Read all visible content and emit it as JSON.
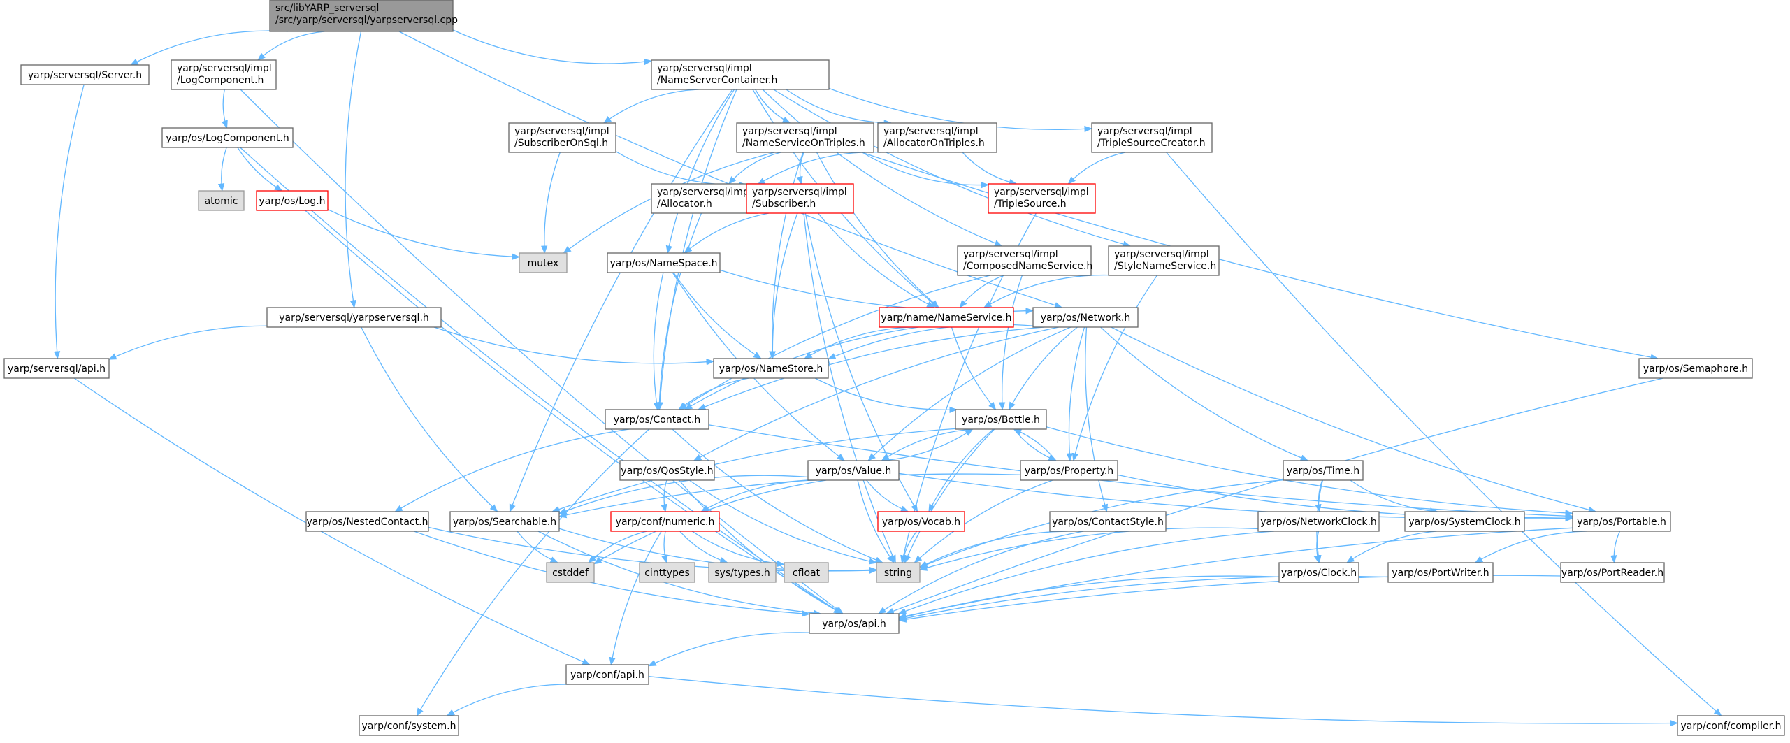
{
  "graph": {
    "title": "Include dependency graph for yarpserversql.cpp",
    "colors": {
      "edge": "#63b8ff",
      "normal_fill": "#ffffff",
      "normal_stroke": "#666666",
      "root_fill": "#999999",
      "root_stroke": "#666666",
      "red_stroke": "#ff0000",
      "missing_fill": "#e0e0e0",
      "missing_stroke": "#999999"
    },
    "nodes": [
      {
        "id": "root",
        "lines": [
          "src/libYARP_serversql",
          "/src/yarp/serversql/yarpserversql.cpp"
        ],
        "style": "root"
      },
      {
        "id": "server",
        "lines": [
          "yarp/serversql/Server.h"
        ],
        "style": "normal"
      },
      {
        "id": "logcomp_impl",
        "lines": [
          "yarp/serversql/impl",
          "/LogComponent.h"
        ],
        "style": "normal"
      },
      {
        "id": "nsc",
        "lines": [
          "yarp/serversql/impl",
          "/NameServerContainer.h"
        ],
        "style": "normal"
      },
      {
        "id": "os_logcomp",
        "lines": [
          "yarp/os/LogComponent.h"
        ],
        "style": "normal"
      },
      {
        "id": "atomic",
        "lines": [
          "atomic"
        ],
        "style": "missing"
      },
      {
        "id": "log",
        "lines": [
          "yarp/os/Log.h"
        ],
        "style": "red"
      },
      {
        "id": "mutex",
        "lines": [
          "mutex"
        ],
        "style": "missing"
      },
      {
        "id": "sub_sql",
        "lines": [
          "yarp/serversql/impl",
          "/SubscriberOnSql.h"
        ],
        "style": "normal"
      },
      {
        "id": "ns_triples",
        "lines": [
          "yarp/serversql/impl",
          "/NameServiceOnTriples.h"
        ],
        "style": "normal"
      },
      {
        "id": "alloc_triples",
        "lines": [
          "yarp/serversql/impl",
          "/AllocatorOnTriples.h"
        ],
        "style": "normal"
      },
      {
        "id": "tsc",
        "lines": [
          "yarp/serversql/impl",
          "/TripleSourceCreator.h"
        ],
        "style": "normal"
      },
      {
        "id": "allocator",
        "lines": [
          "yarp/serversql/impl",
          "/Allocator.h"
        ],
        "style": "normal"
      },
      {
        "id": "subscriber",
        "lines": [
          "yarp/serversql/impl",
          "/Subscriber.h"
        ],
        "style": "red"
      },
      {
        "id": "triplesource",
        "lines": [
          "yarp/serversql/impl",
          "/TripleSource.h"
        ],
        "style": "red"
      },
      {
        "id": "namespace",
        "lines": [
          "yarp/os/NameSpace.h"
        ],
        "style": "normal"
      },
      {
        "id": "cns",
        "lines": [
          "yarp/serversql/impl",
          "/ComposedNameService.h"
        ],
        "style": "normal"
      },
      {
        "id": "sns",
        "lines": [
          "yarp/serversql/impl",
          "/StyleNameService.h"
        ],
        "style": "normal"
      },
      {
        "id": "yarpserversql_h",
        "lines": [
          "yarp/serversql/yarpserversql.h"
        ],
        "style": "normal"
      },
      {
        "id": "nameservice",
        "lines": [
          "yarp/name/NameService.h"
        ],
        "style": "red"
      },
      {
        "id": "network",
        "lines": [
          "yarp/os/Network.h"
        ],
        "style": "normal"
      },
      {
        "id": "serversql_api",
        "lines": [
          "yarp/serversql/api.h"
        ],
        "style": "normal"
      },
      {
        "id": "namestore",
        "lines": [
          "yarp/os/NameStore.h"
        ],
        "style": "normal"
      },
      {
        "id": "semaphore",
        "lines": [
          "yarp/os/Semaphore.h"
        ],
        "style": "normal"
      },
      {
        "id": "contact",
        "lines": [
          "yarp/os/Contact.h"
        ],
        "style": "normal"
      },
      {
        "id": "bottle",
        "lines": [
          "yarp/os/Bottle.h"
        ],
        "style": "normal"
      },
      {
        "id": "qosstyle",
        "lines": [
          "yarp/os/QosStyle.h"
        ],
        "style": "normal"
      },
      {
        "id": "value",
        "lines": [
          "yarp/os/Value.h"
        ],
        "style": "normal"
      },
      {
        "id": "property",
        "lines": [
          "yarp/os/Property.h"
        ],
        "style": "normal"
      },
      {
        "id": "time",
        "lines": [
          "yarp/os/Time.h"
        ],
        "style": "normal"
      },
      {
        "id": "nestedcontact",
        "lines": [
          "yarp/os/NestedContact.h"
        ],
        "style": "normal"
      },
      {
        "id": "searchable",
        "lines": [
          "yarp/os/Searchable.h"
        ],
        "style": "normal"
      },
      {
        "id": "numeric",
        "lines": [
          "yarp/conf/numeric.h"
        ],
        "style": "red"
      },
      {
        "id": "vocab",
        "lines": [
          "yarp/os/Vocab.h"
        ],
        "style": "red"
      },
      {
        "id": "contactstyle",
        "lines": [
          "yarp/os/ContactStyle.h"
        ],
        "style": "normal"
      },
      {
        "id": "networkclock",
        "lines": [
          "yarp/os/NetworkClock.h"
        ],
        "style": "normal"
      },
      {
        "id": "systemclock",
        "lines": [
          "yarp/os/SystemClock.h"
        ],
        "style": "normal"
      },
      {
        "id": "portable",
        "lines": [
          "yarp/os/Portable.h"
        ],
        "style": "normal"
      },
      {
        "id": "cstddef",
        "lines": [
          "cstddef"
        ],
        "style": "missing"
      },
      {
        "id": "cinttypes",
        "lines": [
          "cinttypes"
        ],
        "style": "missing"
      },
      {
        "id": "systypes",
        "lines": [
          "sys/types.h"
        ],
        "style": "missing"
      },
      {
        "id": "cfloat",
        "lines": [
          "cfloat"
        ],
        "style": "missing"
      },
      {
        "id": "string",
        "lines": [
          "string"
        ],
        "style": "missing"
      },
      {
        "id": "clock",
        "lines": [
          "yarp/os/Clock.h"
        ],
        "style": "normal"
      },
      {
        "id": "portwriter",
        "lines": [
          "yarp/os/PortWriter.h"
        ],
        "style": "normal"
      },
      {
        "id": "portreader",
        "lines": [
          "yarp/os/PortReader.h"
        ],
        "style": "normal"
      },
      {
        "id": "os_api",
        "lines": [
          "yarp/os/api.h"
        ],
        "style": "normal"
      },
      {
        "id": "conf_api",
        "lines": [
          "yarp/conf/api.h"
        ],
        "style": "normal"
      },
      {
        "id": "conf_system",
        "lines": [
          "yarp/conf/system.h"
        ],
        "style": "normal"
      },
      {
        "id": "conf_compiler",
        "lines": [
          "yarp/conf/compiler.h"
        ],
        "style": "normal"
      }
    ],
    "edges": [
      [
        "root",
        "server"
      ],
      [
        "root",
        "logcomp_impl"
      ],
      [
        "root",
        "nsc"
      ],
      [
        "root",
        "yarpserversql_h"
      ],
      [
        "root",
        "network"
      ],
      [
        "server",
        "serversql_api"
      ],
      [
        "logcomp_impl",
        "os_logcomp"
      ],
      [
        "logcomp_impl",
        "os_api"
      ],
      [
        "os_logcomp",
        "atomic"
      ],
      [
        "os_logcomp",
        "log"
      ],
      [
        "os_logcomp",
        "os_api"
      ],
      [
        "log",
        "mutex"
      ],
      [
        "log",
        "os_api"
      ],
      [
        "nsc",
        "sub_sql"
      ],
      [
        "nsc",
        "ns_triples"
      ],
      [
        "nsc",
        "alloc_triples"
      ],
      [
        "nsc",
        "tsc"
      ],
      [
        "nsc",
        "cns"
      ],
      [
        "nsc",
        "sns"
      ],
      [
        "nsc",
        "namespace"
      ],
      [
        "nsc",
        "nameservice"
      ],
      [
        "nsc",
        "contact"
      ],
      [
        "nsc",
        "searchable"
      ],
      [
        "sub_sql",
        "subscriber"
      ],
      [
        "sub_sql",
        "mutex"
      ],
      [
        "ns_triples",
        "allocator"
      ],
      [
        "ns_triples",
        "subscriber"
      ],
      [
        "ns_triples",
        "triplesource"
      ],
      [
        "ns_triples",
        "nameservice"
      ],
      [
        "ns_triples",
        "namestore"
      ],
      [
        "ns_triples",
        "mutex"
      ],
      [
        "ns_triples",
        "semaphore"
      ],
      [
        "alloc_triples",
        "allocator"
      ],
      [
        "alloc_triples",
        "triplesource"
      ],
      [
        "tsc",
        "triplesource"
      ],
      [
        "tsc",
        "conf_compiler"
      ],
      [
        "triplesource",
        "string"
      ],
      [
        "allocator",
        "contact"
      ],
      [
        "subscriber",
        "namespace"
      ],
      [
        "subscriber",
        "nameservice"
      ],
      [
        "subscriber",
        "namestore"
      ],
      [
        "subscriber",
        "string"
      ],
      [
        "subscriber",
        "vocab"
      ],
      [
        "namespace",
        "contact"
      ],
      [
        "namespace",
        "namestore"
      ],
      [
        "namespace",
        "value"
      ],
      [
        "namespace",
        "network"
      ],
      [
        "cns",
        "nameservice"
      ],
      [
        "cns",
        "contact"
      ],
      [
        "cns",
        "bottle"
      ],
      [
        "sns",
        "nameservice"
      ],
      [
        "sns",
        "property"
      ],
      [
        "yarpserversql_h",
        "serversql_api"
      ],
      [
        "yarpserversql_h",
        "namestore"
      ],
      [
        "yarpserversql_h",
        "searchable"
      ],
      [
        "nameservice",
        "contact"
      ],
      [
        "nameservice",
        "bottle"
      ],
      [
        "nameservice",
        "namestore"
      ],
      [
        "network",
        "contact"
      ],
      [
        "network",
        "namestore"
      ],
      [
        "network",
        "bottle"
      ],
      [
        "network",
        "value"
      ],
      [
        "network",
        "property"
      ],
      [
        "network",
        "time"
      ],
      [
        "network",
        "qosstyle"
      ],
      [
        "network",
        "contactstyle"
      ],
      [
        "network",
        "portable"
      ],
      [
        "serversql_api",
        "conf_api"
      ],
      [
        "namestore",
        "contact"
      ],
      [
        "namestore",
        "bottle"
      ],
      [
        "semaphore",
        "os_api"
      ],
      [
        "contact",
        "nestedcontact"
      ],
      [
        "contact",
        "string"
      ],
      [
        "contact",
        "conf_system"
      ],
      [
        "contact",
        "portable"
      ],
      [
        "bottle",
        "value"
      ],
      [
        "bottle",
        "property"
      ],
      [
        "bottle",
        "searchable"
      ],
      [
        "bottle",
        "vocab"
      ],
      [
        "bottle",
        "string"
      ],
      [
        "bottle",
        "portable"
      ],
      [
        "value",
        "bottle"
      ],
      [
        "value",
        "searchable"
      ],
      [
        "value",
        "numeric"
      ],
      [
        "value",
        "vocab"
      ],
      [
        "value",
        "string"
      ],
      [
        "value",
        "cstddef"
      ],
      [
        "value",
        "portable"
      ],
      [
        "property",
        "bottle"
      ],
      [
        "property",
        "searchable"
      ],
      [
        "property",
        "string"
      ],
      [
        "property",
        "portable"
      ],
      [
        "qosstyle",
        "numeric"
      ],
      [
        "qosstyle",
        "string"
      ],
      [
        "qosstyle",
        "os_api"
      ],
      [
        "time",
        "networkclock"
      ],
      [
        "time",
        "systemclock"
      ],
      [
        "time",
        "clock"
      ],
      [
        "time",
        "string"
      ],
      [
        "nestedcontact",
        "string"
      ],
      [
        "nestedcontact",
        "os_api"
      ],
      [
        "searchable",
        "cstddef"
      ],
      [
        "searchable",
        "string"
      ],
      [
        "searchable",
        "os_api"
      ],
      [
        "numeric",
        "cinttypes"
      ],
      [
        "numeric",
        "systypes"
      ],
      [
        "numeric",
        "cfloat"
      ],
      [
        "numeric",
        "cstddef"
      ],
      [
        "numeric",
        "conf_api"
      ],
      [
        "vocab",
        "string"
      ],
      [
        "contactstyle",
        "string"
      ],
      [
        "contactstyle",
        "os_api"
      ],
      [
        "networkclock",
        "clock"
      ],
      [
        "networkclock",
        "string"
      ],
      [
        "networkclock",
        "os_api"
      ],
      [
        "systemclock",
        "clock"
      ],
      [
        "portable",
        "portwriter"
      ],
      [
        "portable",
        "portreader"
      ],
      [
        "portable",
        "os_api"
      ],
      [
        "clock",
        "os_api"
      ],
      [
        "portwriter",
        "os_api"
      ],
      [
        "portreader",
        "os_api"
      ],
      [
        "os_api",
        "conf_api"
      ],
      [
        "conf_api",
        "conf_system"
      ],
      [
        "conf_api",
        "conf_compiler"
      ]
    ]
  }
}
